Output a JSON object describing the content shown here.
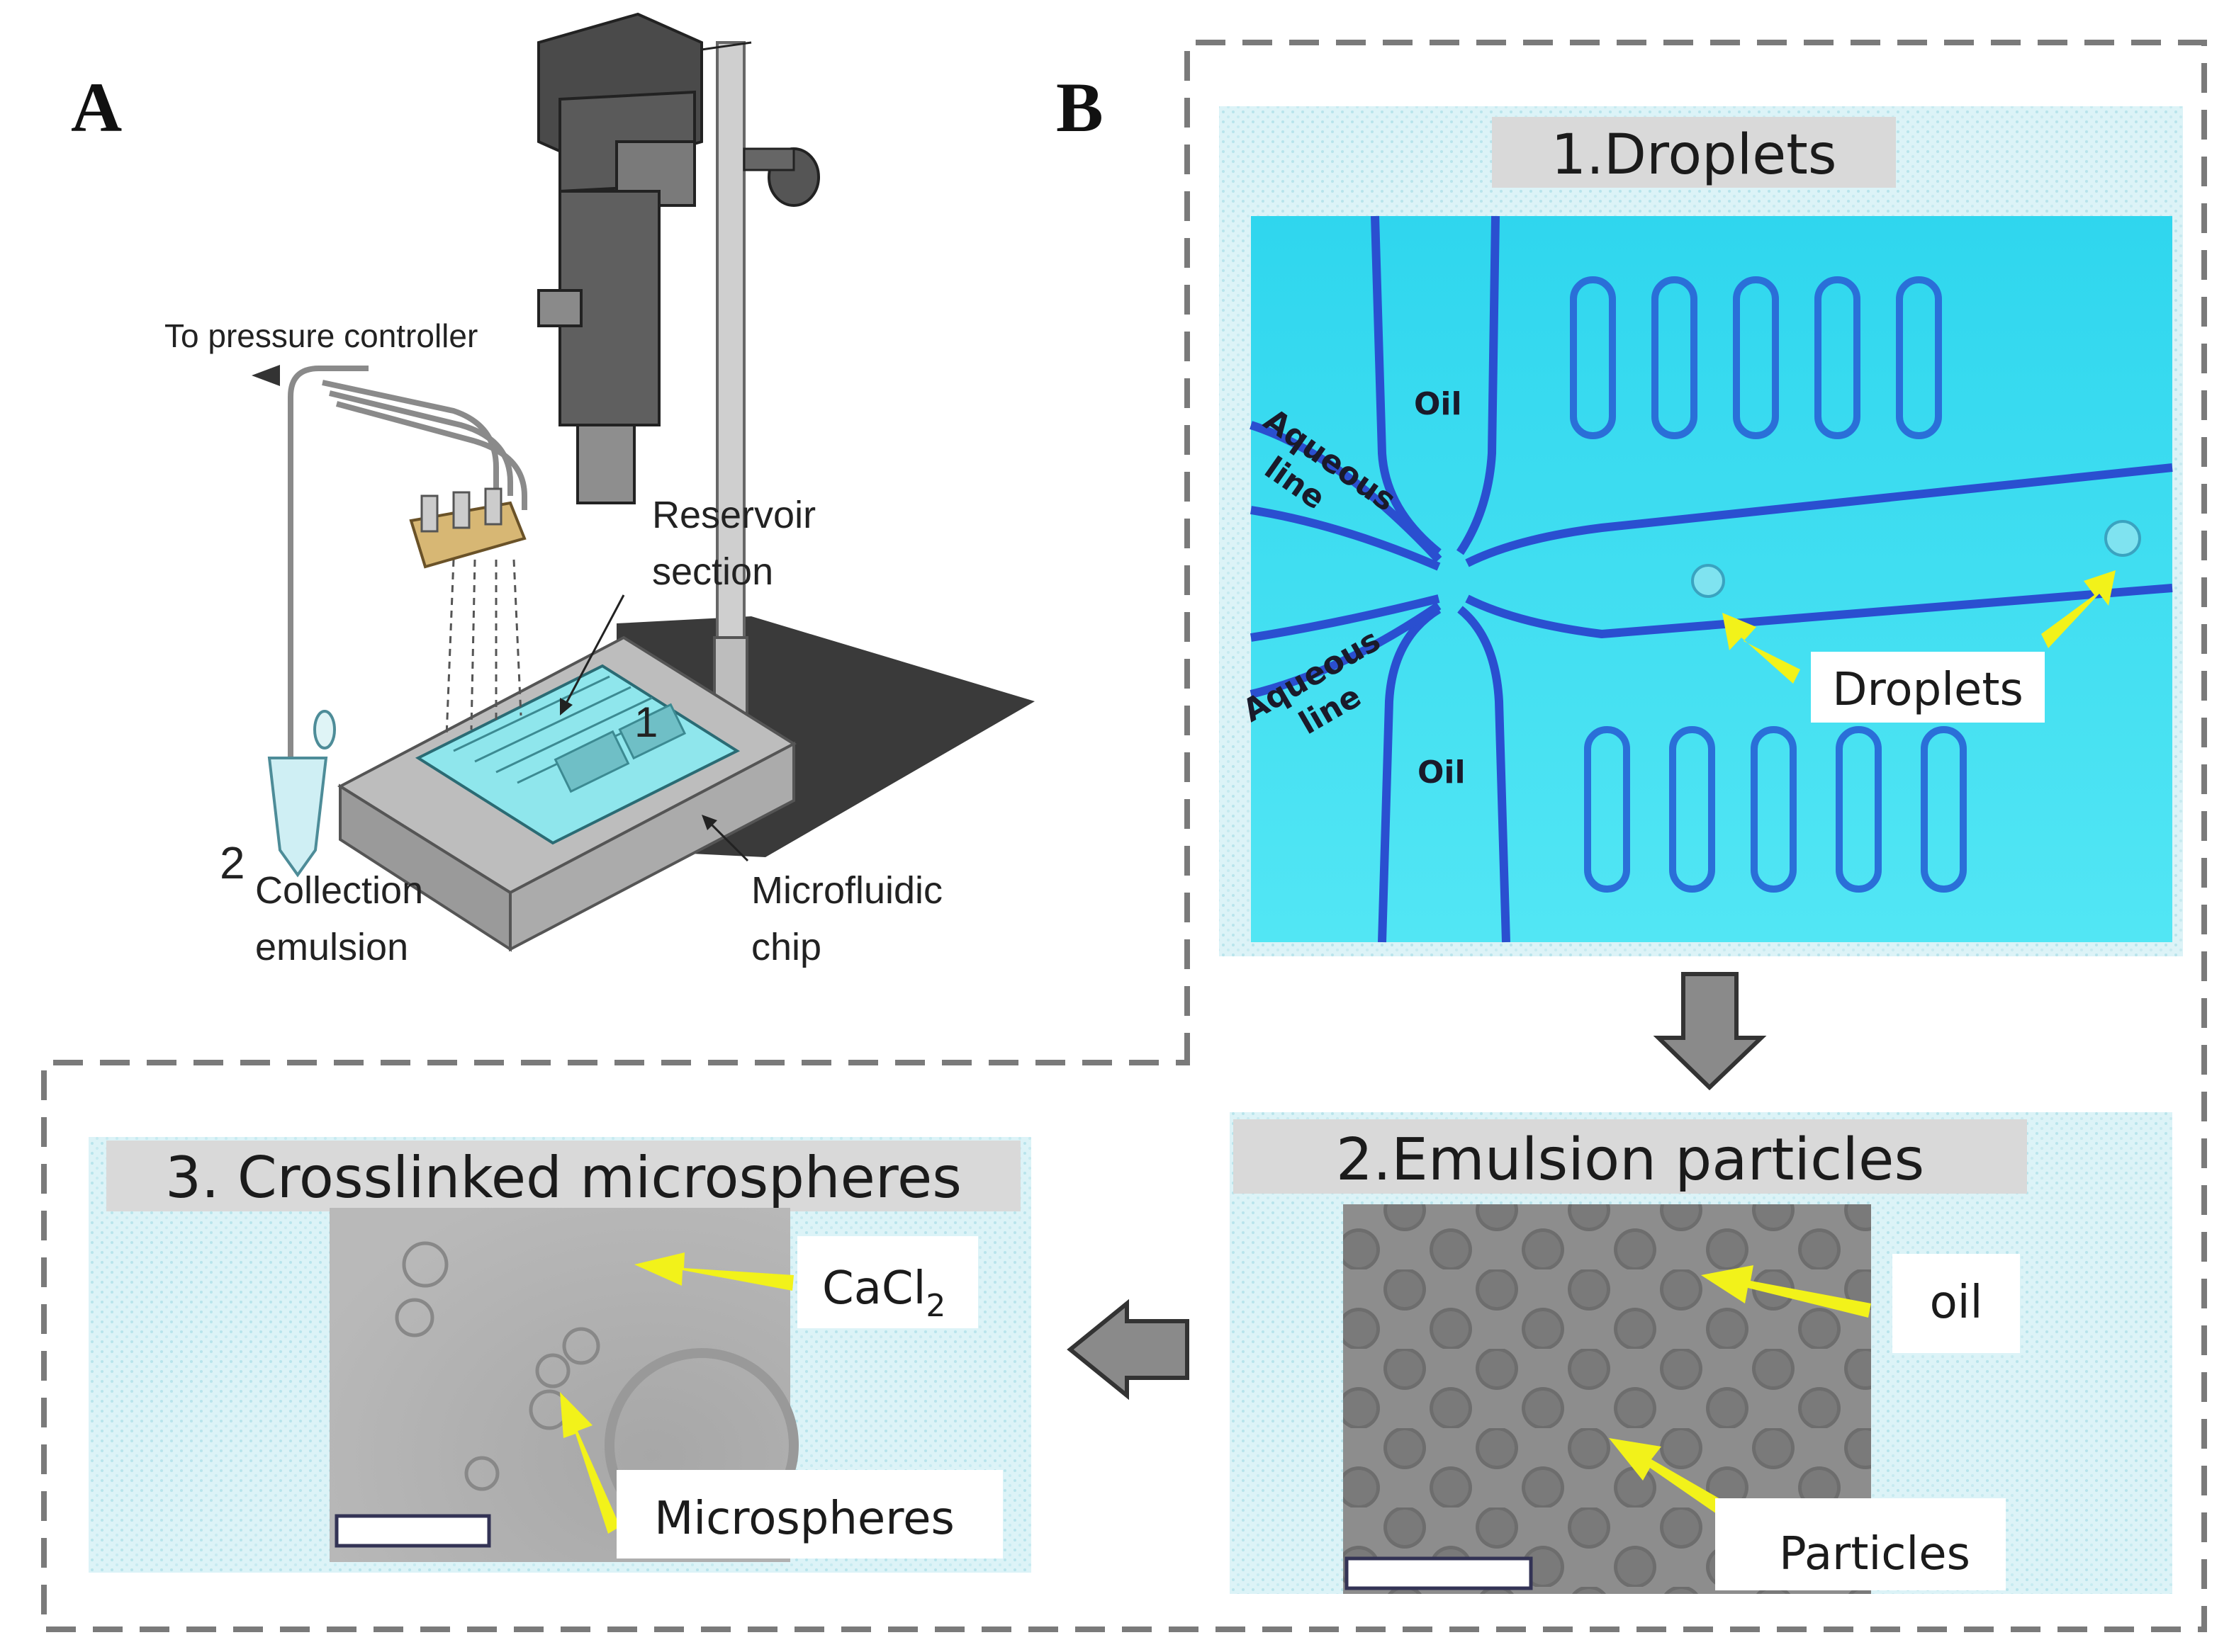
{
  "panels": {
    "a_letter": "A",
    "b_letter": "B"
  },
  "setup": {
    "pressure_label": "To pressure controller",
    "reservoir_label_1": "Reservoir",
    "reservoir_label_2": "section",
    "num_1": "1",
    "num_2": "2",
    "collection_label_1": "Collection",
    "collection_label_2": "emulsion",
    "chip_label_1": "Microfluidic",
    "chip_label_2": "chip"
  },
  "step1": {
    "title": "1.Droplets",
    "oil_top": "Oil",
    "oil_bottom": "Oil",
    "aqueous_top_1": "Aqueous",
    "aqueous_top_2": "line",
    "aqueous_bottom_1": "Aqueous",
    "aqueous_bottom_2": "line",
    "droplets_callout": "Droplets"
  },
  "step2": {
    "title": "2.Emulsion particles",
    "oil_callout": "oil",
    "particles_callout": "Particles"
  },
  "step3": {
    "title": "3. Crosslinked microspheres",
    "cacl_base": "CaCl",
    "cacl_sub": "2",
    "microspheres_callout": "Microspheres"
  },
  "colors": {
    "arrow_yellow": "#f2f21a",
    "channel_blue": "#2a4fd0",
    "chip_bg": "#3fe0f2",
    "title_bg": "#d9d9d9",
    "panel_bg": "#d8f2f6"
  }
}
